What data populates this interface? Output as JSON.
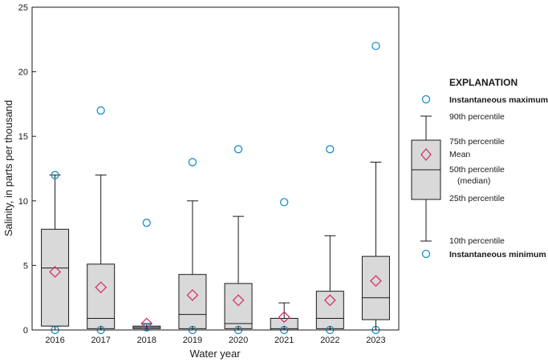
{
  "chart_data": {
    "type": "box",
    "xlabel": "Water year",
    "ylabel": "Salinity, in parts per thousand",
    "ylim": [
      0,
      25
    ],
    "yticks": [
      0,
      5,
      10,
      15,
      20,
      25
    ],
    "grid": false,
    "legend_placement": "right",
    "categories": [
      "2016",
      "2017",
      "2018",
      "2019",
      "2020",
      "2021",
      "2022",
      "2023"
    ],
    "boxes": [
      {
        "year": "2016",
        "max": 12.0,
        "p90": 12.0,
        "p75": 7.8,
        "median": 4.8,
        "mean": 4.5,
        "p25": 0.3,
        "p10": 0.3,
        "min": 0.0
      },
      {
        "year": "2017",
        "max": 17.0,
        "p90": 12.0,
        "p75": 5.1,
        "median": 0.9,
        "mean": 3.3,
        "p25": 0.1,
        "p10": 0.0,
        "min": 0.0
      },
      {
        "year": "2018",
        "max": 8.3,
        "p90": 0.5,
        "p75": 0.3,
        "median": 0.2,
        "mean": 0.5,
        "p25": 0.1,
        "p10": 0.0,
        "min": 0.2
      },
      {
        "year": "2019",
        "max": 13.0,
        "p90": 10.0,
        "p75": 4.3,
        "median": 1.2,
        "mean": 2.7,
        "p25": 0.1,
        "p10": 0.0,
        "min": 0.0
      },
      {
        "year": "2020",
        "max": 14.0,
        "p90": 8.8,
        "p75": 3.6,
        "median": 0.5,
        "mean": 2.3,
        "p25": 0.1,
        "p10": 0.0,
        "min": 0.0
      },
      {
        "year": "2021",
        "max": 9.9,
        "p90": 2.1,
        "p75": 0.9,
        "median": 0.1,
        "mean": 1.0,
        "p25": 0.0,
        "p10": 0.0,
        "min": 0.0
      },
      {
        "year": "2022",
        "max": 14.0,
        "p90": 7.3,
        "p75": 3.0,
        "median": 0.9,
        "mean": 2.3,
        "p25": 0.1,
        "p10": 0.0,
        "min": 0.0
      },
      {
        "year": "2023",
        "max": 22.0,
        "p90": 13.0,
        "p75": 5.7,
        "median": 2.5,
        "mean": 3.8,
        "p25": 0.8,
        "p10": 0.0,
        "min": 0.0
      }
    ],
    "colors": {
      "box_fill": "#d9d9d9",
      "outline": "#1a1a1a",
      "extreme_marker": "#1a8fc9",
      "mean_marker": "#d6336c"
    }
  },
  "legend": {
    "title": "EXPLANATION",
    "max_label": "Instantaneous maximum",
    "p90_label": "90th percentile",
    "p75_label": "75th percentile",
    "mean_label": "Mean",
    "median_label_1": "50th percentile",
    "median_label_2": "(median)",
    "p25_label": "25th percentile",
    "p10_label": "10th percentile",
    "min_label": "Instantaneous minimum"
  }
}
